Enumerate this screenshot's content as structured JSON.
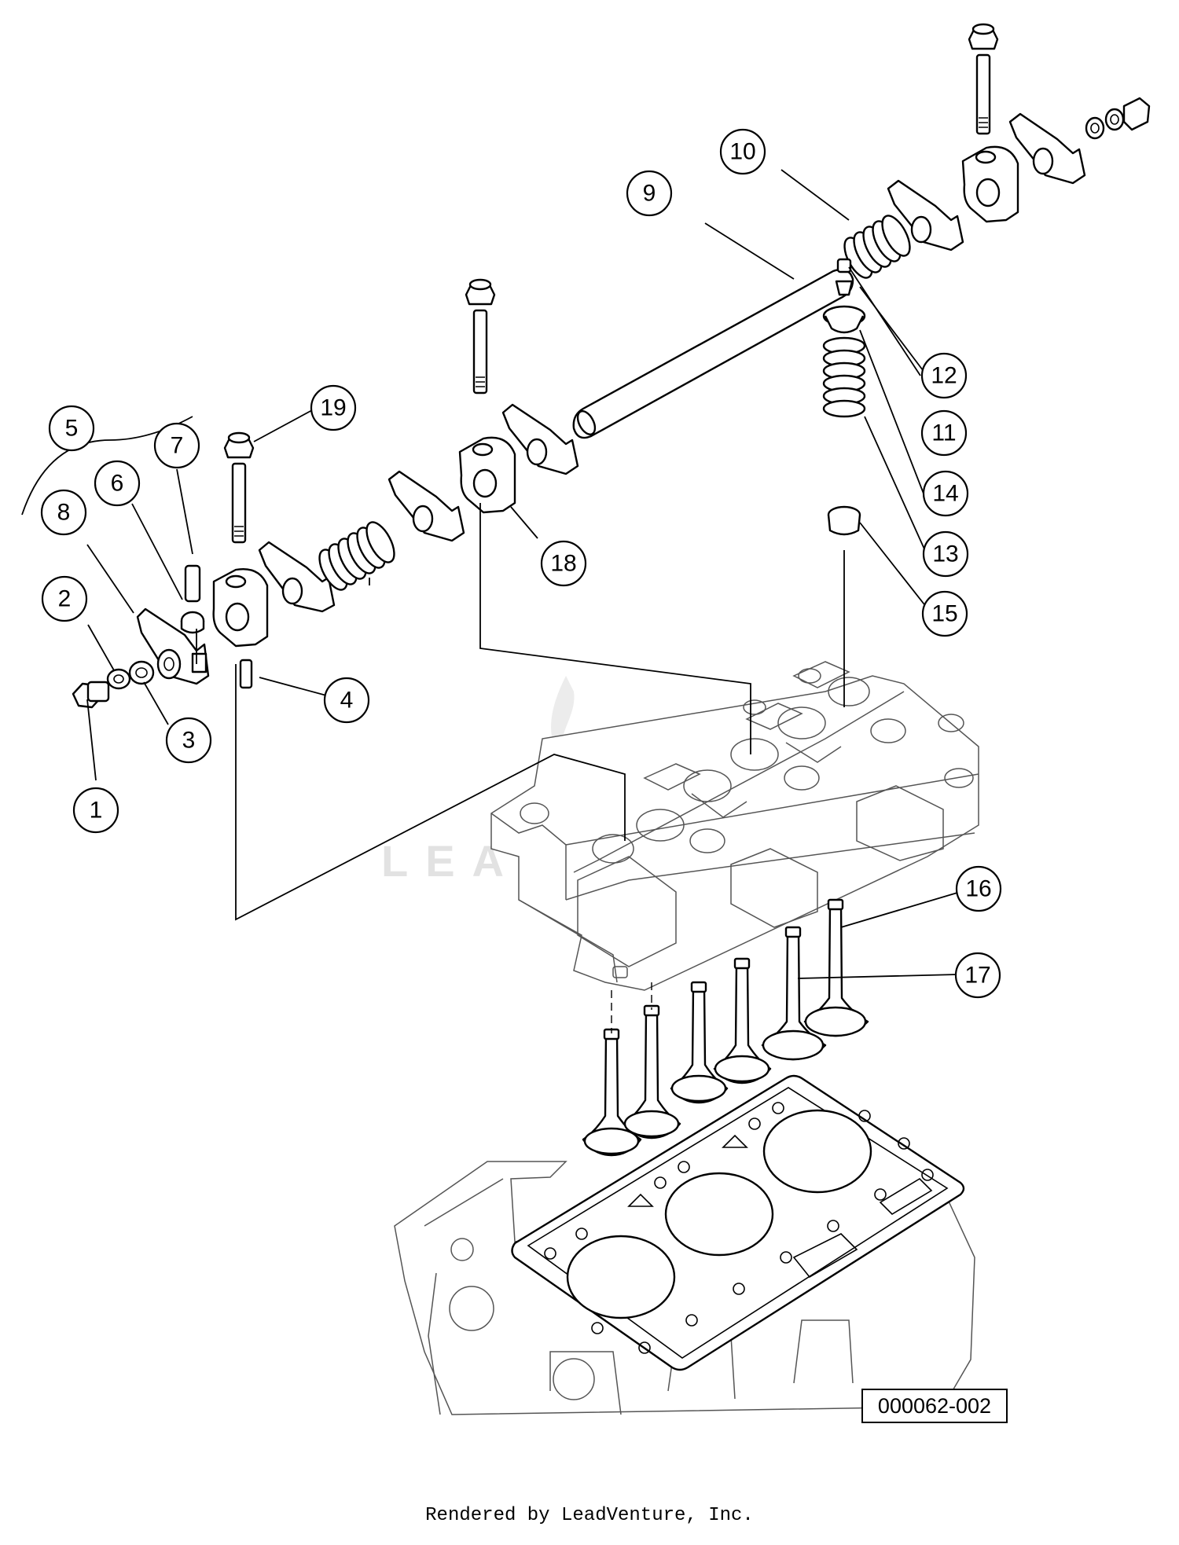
{
  "diagram": {
    "callouts": [
      "1",
      "2",
      "3",
      "4",
      "5",
      "6",
      "7",
      "8",
      "9",
      "10",
      "11",
      "12",
      "13",
      "14",
      "15",
      "16",
      "17",
      "18",
      "19"
    ],
    "reference_number": "000062-002",
    "footer": "Rendered by LeadVenture, Inc.",
    "watermark": "LEADVENTURE"
  }
}
